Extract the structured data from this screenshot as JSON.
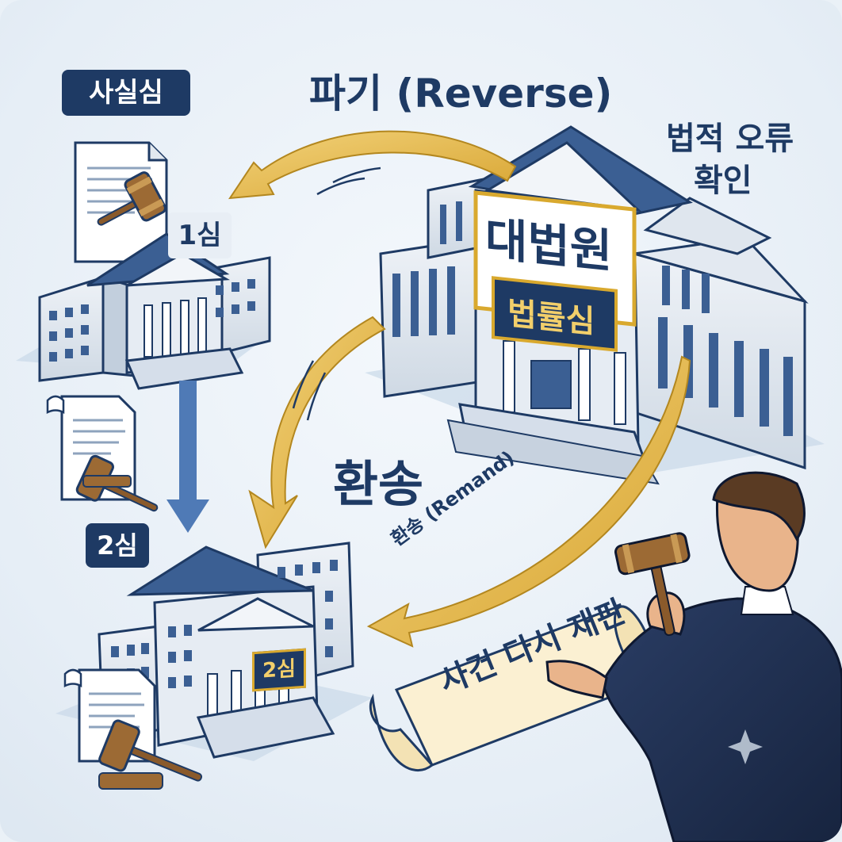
{
  "labels": {
    "fact_trial": "사실심",
    "reverse": "파기 (Reverse)",
    "legal_error_line1": "법적 오류",
    "legal_error_line2": "확인",
    "supreme_court": "대법원",
    "law_trial": "법률심",
    "remand_big": "환송",
    "remand_small": "환송 (Remand)",
    "first_instance": "1심",
    "second_instance": "2심",
    "second_instance_plate": "2심",
    "scroll_text": "사건 다시 재판"
  },
  "colors": {
    "navy": "#1e3a64",
    "roof_blue": "#3b5f93",
    "arrow_gold": "#e2b846",
    "flow_blue": "#4f7ab6",
    "building_wall": "#dfe6ee",
    "gold_border": "#d9a92e"
  },
  "icons": [
    "document-icon",
    "gavel-icon",
    "courthouse-icon",
    "scroll-icon",
    "judge-figure",
    "sparkle-icon"
  ]
}
